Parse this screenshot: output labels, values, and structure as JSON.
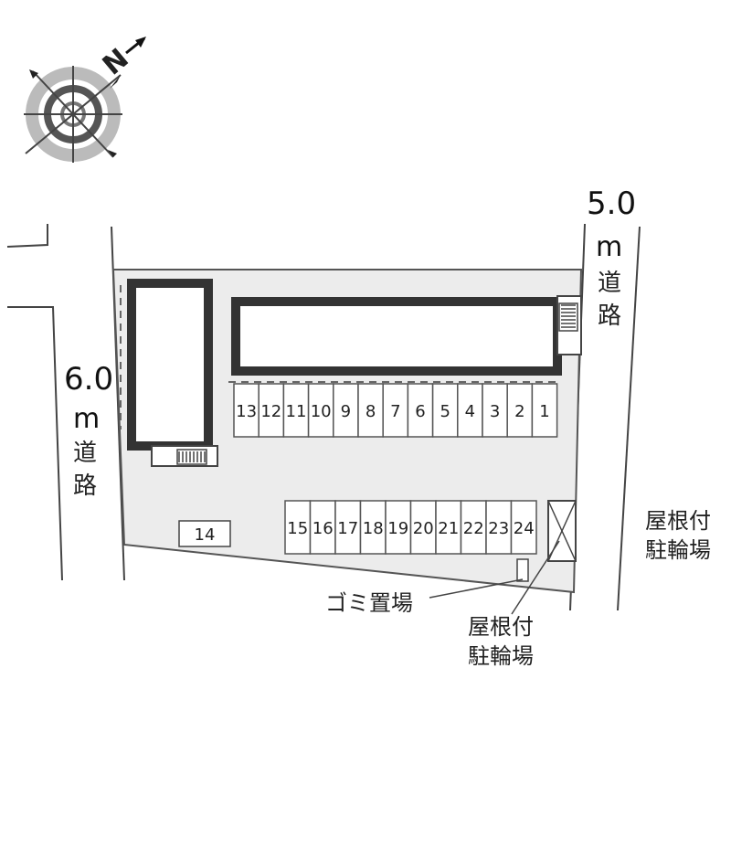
{
  "roads": {
    "west": {
      "width": "6.0",
      "unit": "m",
      "label_1": "道",
      "label_2": "路"
    },
    "east": {
      "width": "5.0",
      "unit": "m",
      "label_1": "道",
      "label_2": "路"
    }
  },
  "compass": {
    "north_label": "N",
    "icon": "compass-rose-icon"
  },
  "parking_top_row": [
    "13",
    "12",
    "11",
    "10",
    "9",
    "8",
    "7",
    "6",
    "5",
    "4",
    "3",
    "2",
    "1"
  ],
  "parking_bottom_row": [
    "15",
    "16",
    "17",
    "18",
    "19",
    "20",
    "21",
    "22",
    "23",
    "24"
  ],
  "parking_single": "14",
  "labels": {
    "garbage": "ゴミ置場",
    "bike_inner_1": "屋根付",
    "bike_inner_2": "駐輪場",
    "bike_outer_1": "屋根付",
    "bike_outer_2": "駐輪場"
  },
  "colors": {
    "lot_fill": "#ececec",
    "building_outline": "#333333",
    "line": "#444444"
  }
}
